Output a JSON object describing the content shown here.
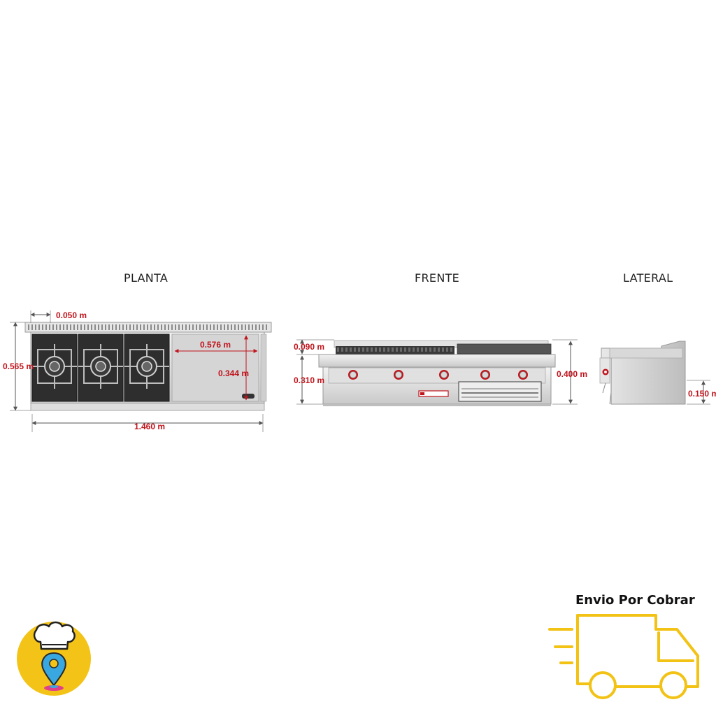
{
  "colors": {
    "dimension": "#c0141c",
    "steel": "#d8d8d8",
    "steel_dark": "#9a9a9a",
    "burner": "#2b2b2b",
    "truck": "#f2c214",
    "logo_bg": "#f3c417"
  },
  "views": {
    "planta": {
      "title": "PLANTA",
      "dims": {
        "edge": "0.050 m",
        "griddle_width": "0.576 m",
        "griddle_depth": "0.344 m",
        "depth": "0.565 m",
        "width": "1.460 m"
      }
    },
    "frente": {
      "title": "FRENTE",
      "dims": {
        "backsplash": "0.090 m",
        "body": "0.310 m",
        "height": "0.400 m"
      }
    },
    "lateral": {
      "title": "LATERAL",
      "dims": {
        "leg": "0.150 m"
      }
    }
  },
  "shipping": {
    "label": "Envio Por Cobrar",
    "icon": "delivery-truck-icon"
  },
  "logo": {
    "icon": "chef-hat-location-pin-icon"
  }
}
